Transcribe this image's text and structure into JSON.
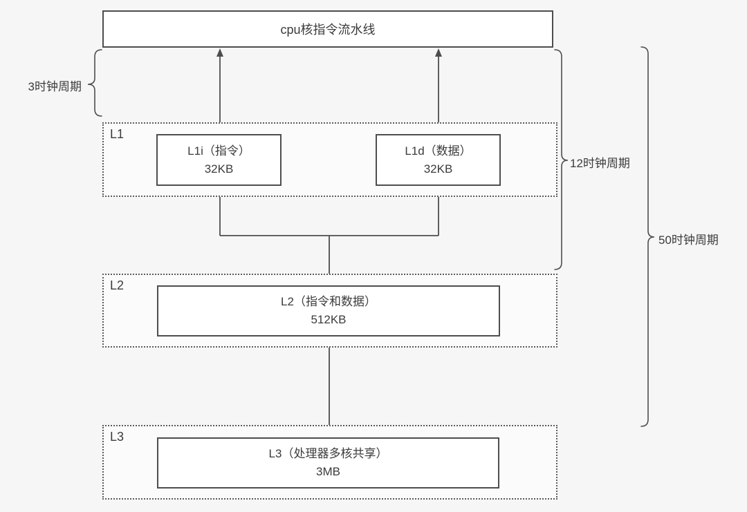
{
  "diagram": {
    "pipeline_box": {
      "label": "cpu核指令流水线"
    },
    "levels": [
      {
        "label": "L1",
        "boxes": [
          {
            "title": "L1i（指令）",
            "size": "32KB"
          },
          {
            "title": "L1d（数据）",
            "size": "32KB"
          }
        ]
      },
      {
        "label": "L2",
        "boxes": [
          {
            "title": "L2（指令和数据）",
            "size": "512KB"
          }
        ]
      },
      {
        "label": "L3",
        "boxes": [
          {
            "title": "L3（处理器多核共享）",
            "size": "3MB"
          }
        ]
      }
    ],
    "latency_labels": {
      "cpu_to_l1": "3时钟周期",
      "cpu_to_l2": "12时钟周期",
      "cpu_to_l3": "50时钟周期"
    },
    "colors": {
      "line": "#4d4d4d",
      "text": "#3b3b3b",
      "background": "#f6f6f7",
      "box_fill": "#ffffff"
    }
  }
}
